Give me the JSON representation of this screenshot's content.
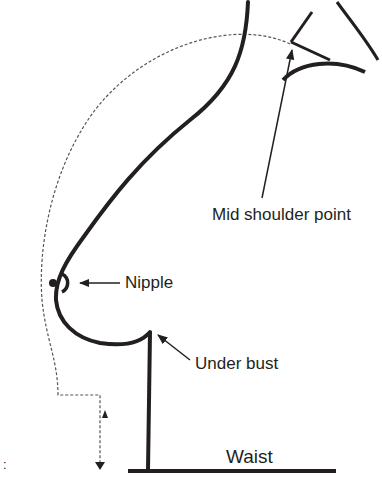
{
  "diagram": {
    "labels": [
      "Mid shoulder point",
      "Nipple",
      "Under bust",
      "Waist",
      ":"
    ]
  }
}
